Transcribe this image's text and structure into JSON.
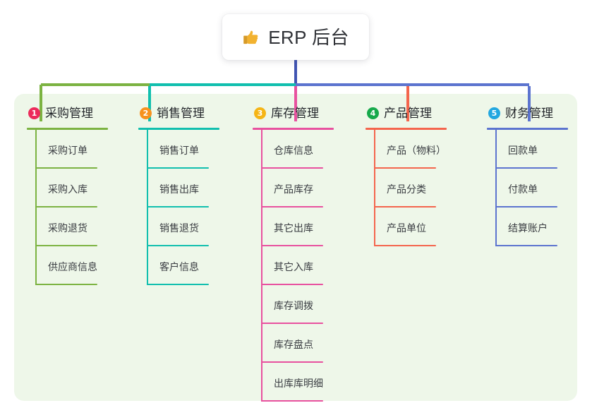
{
  "root": {
    "title": "ERP 后台",
    "icon": "thumbs-up-icon"
  },
  "panel": {
    "background": "#eef7e9"
  },
  "colors": {
    "root_stem": "#4054b2",
    "panel_bg": "#eef7e9",
    "card_bg": "#ffffff",
    "title_text": "#23262b",
    "item_text": "#3a3d42"
  },
  "columns": [
    {
      "number": "1",
      "title": "采购管理",
      "badge_color": "#ec2b5b",
      "line_color": "#7cb342",
      "connector_color": "#7cb342",
      "items": [
        "采购订单",
        "采购入库",
        "采购退货",
        "供应商信息"
      ]
    },
    {
      "number": "2",
      "title": "销售管理",
      "badge_color": "#f7921e",
      "line_color": "#11bfae",
      "connector_color": "#11bfae",
      "items": [
        "销售订单",
        "销售出库",
        "销售退货",
        "客户信息"
      ]
    },
    {
      "number": "3",
      "title": "库存管理",
      "badge_color": "#f5b516",
      "line_color": "#e8519f",
      "connector_color": "#e8519f",
      "items": [
        "仓库信息",
        "产品库存",
        "其它出库",
        "其它入库",
        "库存调拨",
        "库存盘点",
        "出库库明细"
      ]
    },
    {
      "number": "4",
      "title": "产品管理",
      "badge_color": "#16a94b",
      "line_color": "#f4654d",
      "connector_color": "#f4654d",
      "items": [
        "产品（物料）",
        "产品分类",
        "产品单位"
      ]
    },
    {
      "number": "5",
      "title": "财务管理",
      "badge_color": "#22a7e0",
      "line_color": "#5c74cf",
      "connector_color": "#5c74cf",
      "items": [
        "回款单",
        "付款单",
        "结算账户"
      ]
    }
  ]
}
